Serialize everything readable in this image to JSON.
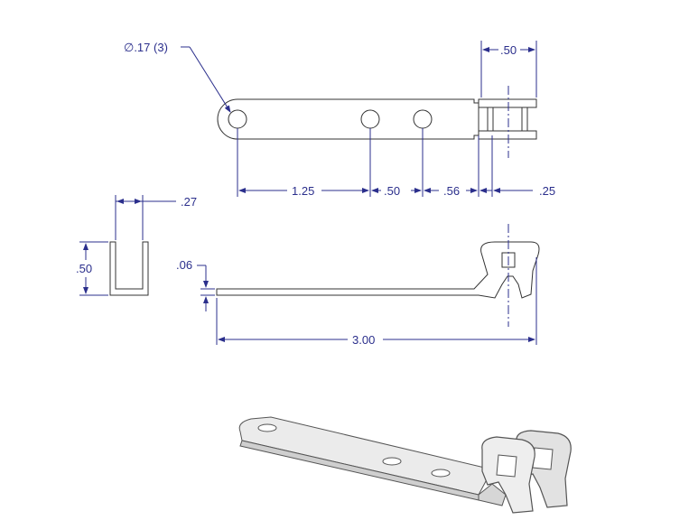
{
  "drawing": {
    "callout_hole": "∅.17 (3)",
    "top_view": {
      "width_end": ".50",
      "dim_1": "1.25",
      "dim_2": ".50",
      "dim_3": ".56",
      "dim_4": ".25"
    },
    "end_view": {
      "width": ".27",
      "height": ".50"
    },
    "side_view": {
      "thickness": ".06",
      "overall_length": "3.00"
    }
  },
  "colors": {
    "dimension": "#2b2f8c",
    "part_outline": "#333333",
    "iso_fill": "#e6e6e6"
  }
}
